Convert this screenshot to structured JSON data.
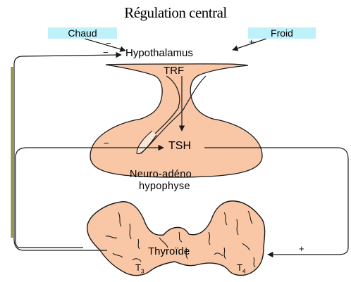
{
  "title": "Régulation central",
  "colors": {
    "tissue_fill": "#f9c7a6",
    "outline": "#1a1a1a",
    "label_highlight": "#bff1fb",
    "feedback_line": "#8a8a3a"
  },
  "stimuli": {
    "hot": {
      "label": "Chaud",
      "sign": "−"
    },
    "cold": {
      "label": "Froid",
      "sign": "+"
    }
  },
  "structures": {
    "hypothalamus": "Hypothalamus",
    "pituitary_line1": "Neuro-adéno",
    "pituitary_line2": "hypophyse",
    "thyroid": "Thyroïde"
  },
  "hormones": {
    "trf": "TRF",
    "tsh": "TSH",
    "t3_letter": "T",
    "t3_sub": "3",
    "t4_letter": "T",
    "t4_sub": "4"
  },
  "feedback_signs": {
    "on_hypothalamus": "−",
    "on_pituitary": "−",
    "on_thyroid": "+"
  }
}
